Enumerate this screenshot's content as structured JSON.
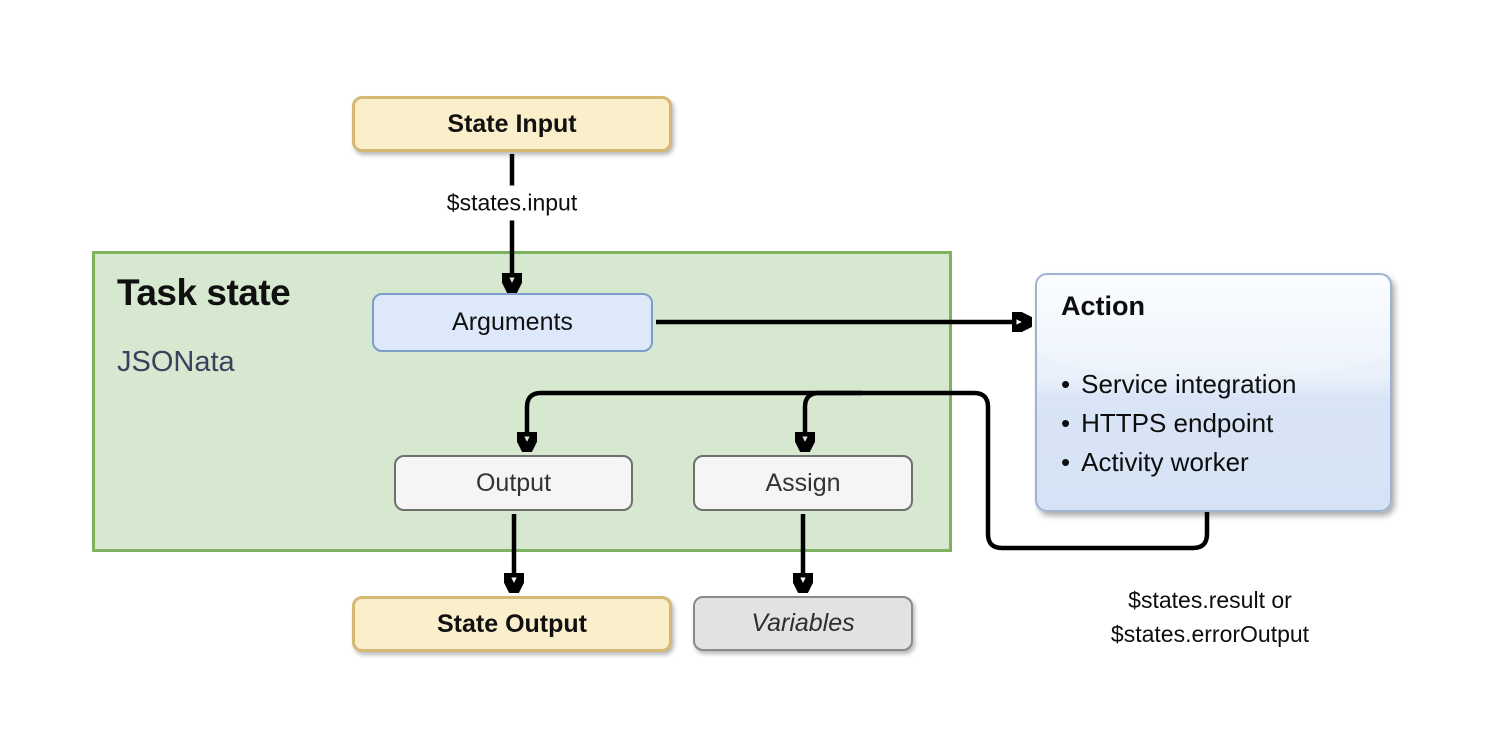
{
  "nodes": {
    "state_input": {
      "label": "State Input"
    },
    "task_state": {
      "title": "Task state",
      "subtitle": "JSONata"
    },
    "arguments": {
      "label": "Arguments"
    },
    "action": {
      "title": "Action",
      "bullets": [
        "Service integration",
        "HTTPS endpoint",
        "Activity worker"
      ]
    },
    "output": {
      "label": "Output"
    },
    "assign": {
      "label": "Assign"
    },
    "state_output": {
      "label": "State Output"
    },
    "variables": {
      "label": "Variables"
    }
  },
  "edge_labels": {
    "input": "$states.input",
    "result_line1": "$states.result or",
    "result_line2": "$states.errorOutput"
  },
  "colors": {
    "state_box_fill": "#FBEECB",
    "state_box_border": "#D6B974",
    "task_fill": "#D6E8D0",
    "task_border": "#7FB25F",
    "arguments_fill": "#DDE9FB",
    "arguments_border": "#7E9CC9",
    "plain_fill": "#F5F5F5",
    "plain_border": "#6F6F6F",
    "variables_fill": "#E2E2E2",
    "variables_border": "#8A8A8A",
    "action_border": "#9FB3D1",
    "subtitle_color": "#3B415C",
    "arrow_color": "#000000"
  }
}
